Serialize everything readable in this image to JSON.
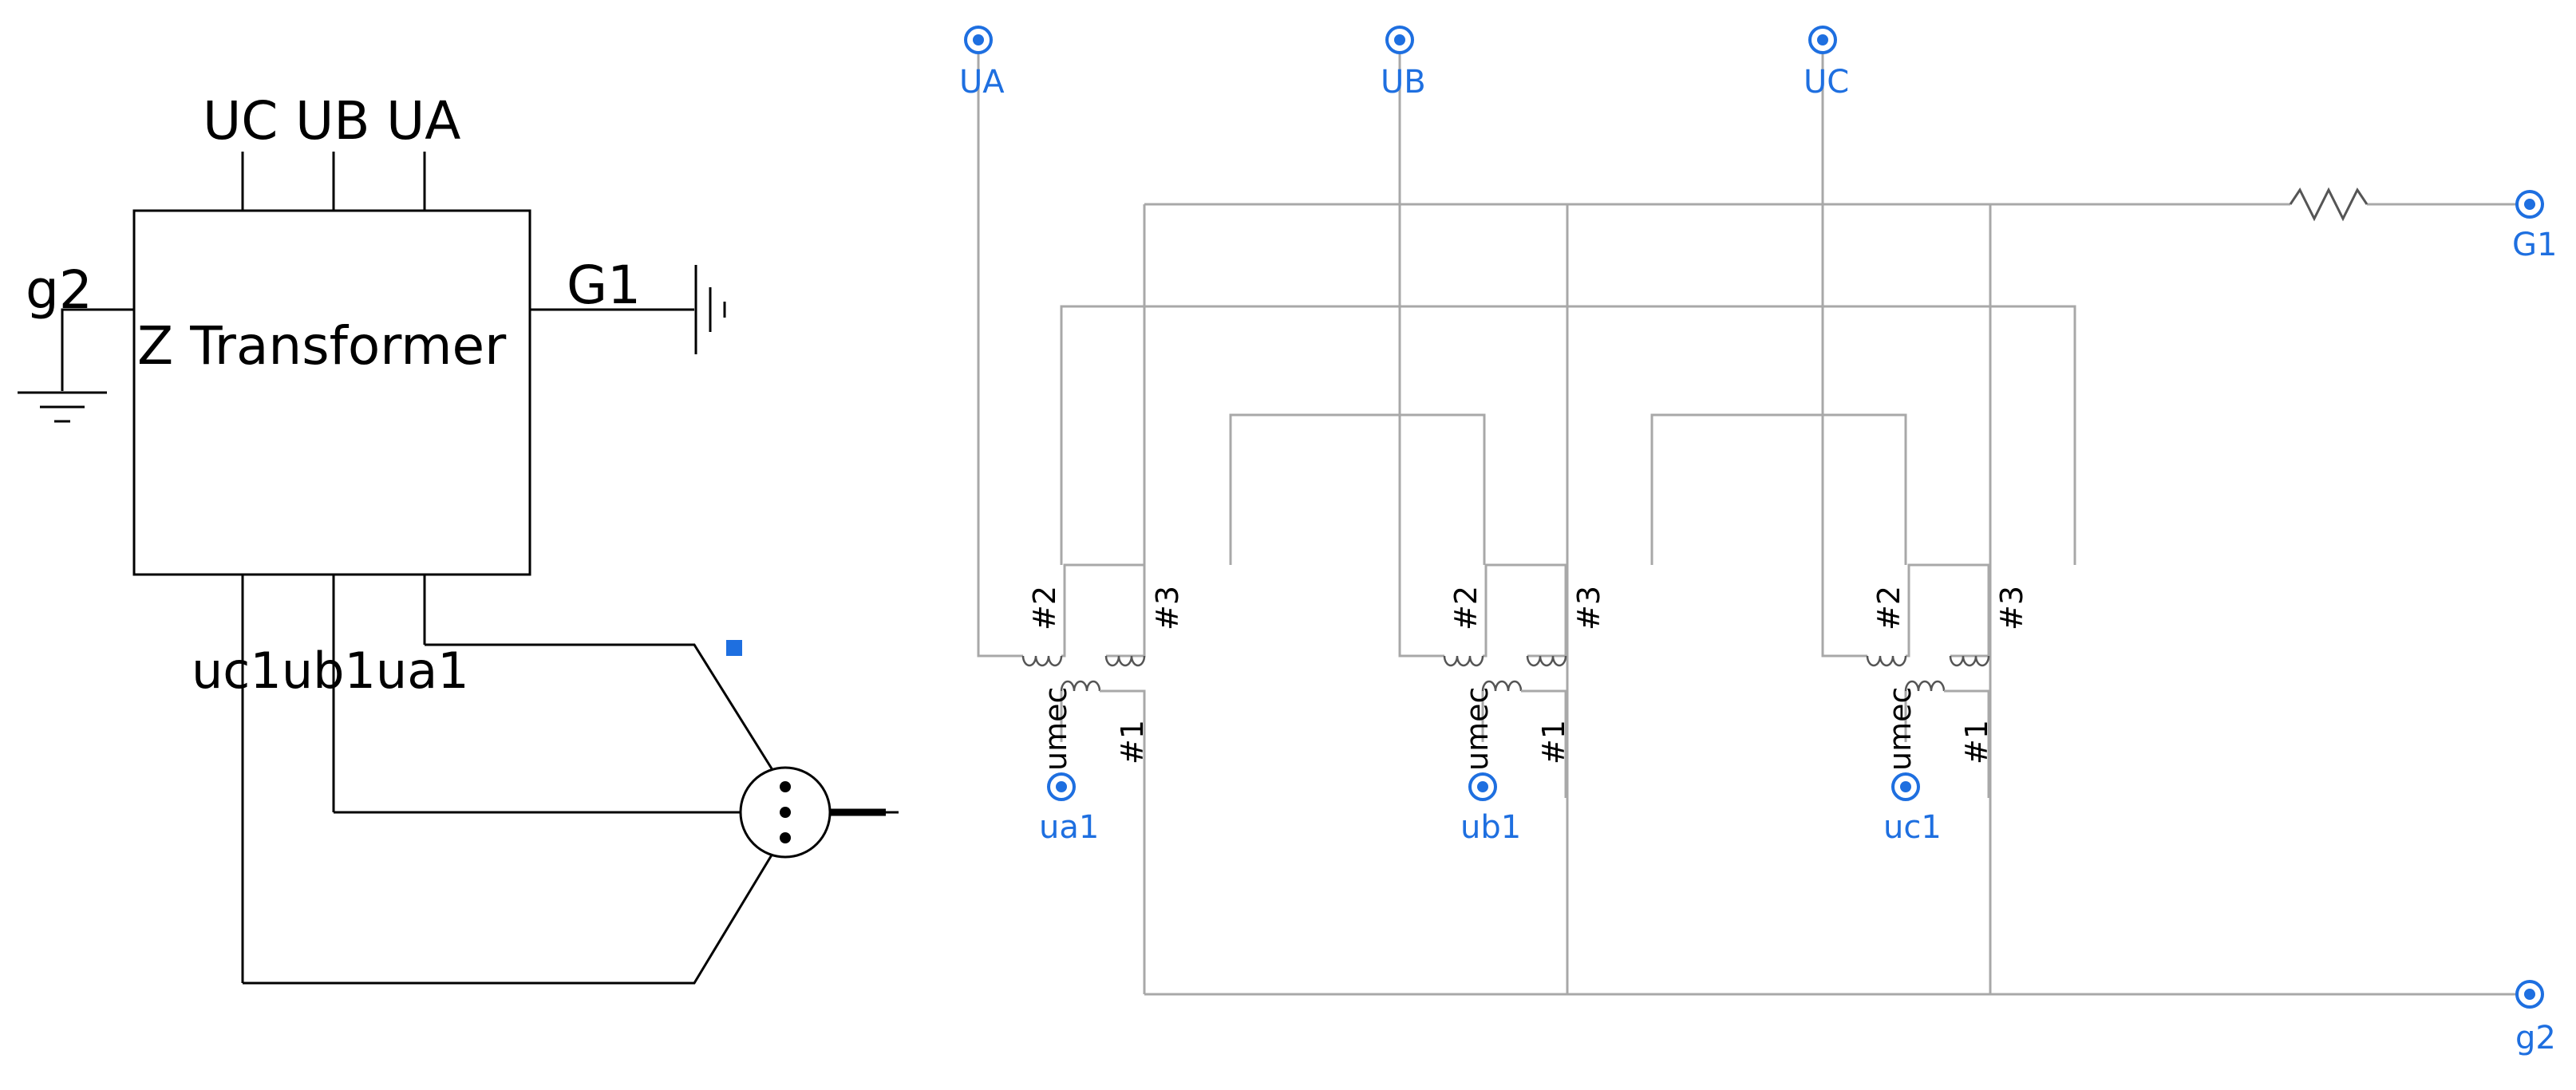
{
  "colors": {
    "port_blue": "#1e6fe0",
    "wire_gray": "#a8a8a8",
    "line_black": "#000000",
    "selection_handle": "#1e6fe0"
  },
  "block_symbol": {
    "title": "Z Transformer",
    "top_pins": [
      "UC",
      "UB",
      "UA"
    ],
    "left_pin": "g2",
    "right_pin": "G1",
    "bottom_pins_label": "uc1ub1ua1"
  },
  "ports": {
    "UA": "UA",
    "UB": "UB",
    "UC": "UC",
    "G1": "G1",
    "g2": "g2",
    "ua1": "ua1",
    "ub1": "ub1",
    "uc1": "uc1"
  },
  "transformers": [
    {
      "umec_label": "umec",
      "coil_labels": [
        "#2",
        "#3",
        "#1"
      ]
    },
    {
      "umec_label": "umec",
      "coil_labels": [
        "#2",
        "#3",
        "#1"
      ]
    },
    {
      "umec_label": "umec",
      "coil_labels": [
        "#2",
        "#3",
        "#1"
      ]
    }
  ]
}
